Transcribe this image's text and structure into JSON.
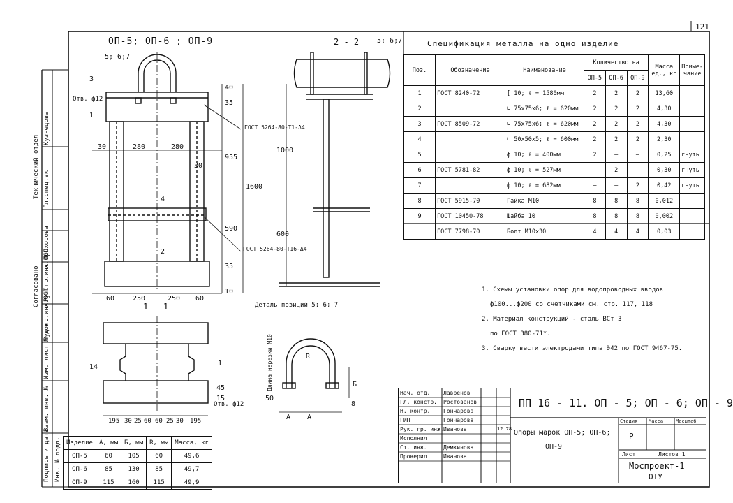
{
  "sheet": {
    "page_number": "121",
    "drawing_title": "ОП-5; ОП-6 ; ОП-9",
    "section_label": "2 - 2",
    "section_ref": "5; 6;7",
    "cut_label": "1 - 1",
    "detail_title": "Деталь позиций 5; 6; 7"
  },
  "side_stamps": [
    "Технический отдел",
    "Гл.спец.вк",
    "Кузнецова",
    "Согласовано",
    "Рук.гр.инж.ОСТ",
    "Прохорова",
    "Рук.гр.инж.ОСП",
    "Изм. лист № док.",
    "Взам. инв. №",
    "Подпись и дата",
    "Инв. № подл."
  ],
  "drawing_labels": {
    "pos_refs": [
      "5; 6;7",
      "3",
      "1",
      "4",
      "2",
      "14",
      "1"
    ],
    "hole_label_top": "Отв. ф12",
    "hole_label_bottom": "Отв. ф12",
    "gost_weld_1": "ГОСТ 5264-80-Т1-Δ4",
    "gost_weld_2": "ГОСТ 5264-80-Т16-Δ4",
    "dims_top": [
      "30",
      "280",
      "280",
      "30"
    ],
    "dims_bottom": [
      "60",
      "250",
      "250",
      "60"
    ],
    "dims_vertical": [
      "40",
      "35",
      "955",
      "1600",
      "590",
      "35",
      "10"
    ],
    "dims_section": [
      "1000",
      "600"
    ],
    "dims_plan": [
      "195",
      "30",
      "25",
      "60",
      "60",
      "25",
      "30",
      "195"
    ],
    "dims_plan_vertical": [
      "45",
      "15"
    ],
    "detail_labels": [
      "R",
      "А",
      "Б",
      "8",
      "50",
      "А",
      "Длина нарезки М10"
    ]
  },
  "spec_table": {
    "title": "Спецификация металла на одно изделие",
    "headers": {
      "pos": "Поз.",
      "designation": "Обозначение",
      "name": "Наименование",
      "qty": "Количество на",
      "qty_cols": [
        "ОП-5",
        "ОП-6",
        "ОП-9"
      ],
      "mass": "Масса ед., кг",
      "note": "Приме-чание"
    },
    "rows": [
      {
        "pos": "1",
        "doc": "ГОСТ 8240-72",
        "name": "[ 10; ℓ = 1580мм",
        "q1": "2",
        "q2": "2",
        "q3": "2",
        "mass": "13,60",
        "note": ""
      },
      {
        "pos": "2",
        "doc": "",
        "name": "∟ 75х75х6; ℓ = 620мм",
        "q1": "2",
        "q2": "2",
        "q3": "2",
        "mass": "4,30",
        "note": ""
      },
      {
        "pos": "3",
        "doc": "ГОСТ 8509-72",
        "name": "∟ 75х75х6; ℓ = 620мм",
        "q1": "2",
        "q2": "2",
        "q3": "2",
        "mass": "4,30",
        "note": ""
      },
      {
        "pos": "4",
        "doc": "",
        "name": "∟ 50х50х5; ℓ = 600мм",
        "q1": "2",
        "q2": "2",
        "q3": "2",
        "mass": "2,30",
        "note": ""
      },
      {
        "pos": "5",
        "doc": "",
        "name": "ф 10; ℓ = 400мм",
        "q1": "2",
        "q2": "—",
        "q3": "—",
        "mass": "0,25",
        "note": "гнуть"
      },
      {
        "pos": "6",
        "doc": "ГОСТ 5781-82",
        "name": "ф 10; ℓ = 527мм",
        "q1": "—",
        "q2": "2",
        "q3": "—",
        "mass": "0,30",
        "note": "гнуть"
      },
      {
        "pos": "7",
        "doc": "",
        "name": "ф 10; ℓ = 682мм",
        "q1": "—",
        "q2": "—",
        "q3": "2",
        "mass": "0,42",
        "note": "гнуть"
      },
      {
        "pos": "8",
        "doc": "ГОСТ 5915-70",
        "name": "Гайка М10",
        "q1": "8",
        "q2": "8",
        "q3": "8",
        "mass": "0,012",
        "note": ""
      },
      {
        "pos": "9",
        "doc": "ГОСТ 10450-78",
        "name": "Шайба 10",
        "q1": "8",
        "q2": "8",
        "q3": "8",
        "mass": "0,002",
        "note": ""
      },
      {
        "pos": "",
        "doc": "ГОСТ 7798-70",
        "name": "Болт М10х30",
        "q1": "4",
        "q2": "4",
        "q3": "4",
        "mass": "0,03",
        "note": ""
      }
    ]
  },
  "notes": [
    "1. Схемы установки опор для водопроводных вводов",
    "ф100...ф200 со счетчиками см. стр. 117, 118",
    "2. Материал конструкций - сталь ВСт 3",
    "по ГОСТ 380-71*.",
    "3. Сварку вести электродами типа Э42 по ГОСТ 9467-75."
  ],
  "variant_table": {
    "headers": [
      "Изделие",
      "А, мм",
      "Б, мм",
      "R, мм",
      "Масса, кг"
    ],
    "rows": [
      [
        "ОП-5",
        "60",
        "105",
        "60",
        "49,6"
      ],
      [
        "ОП-6",
        "85",
        "130",
        "85",
        "49,7"
      ],
      [
        "ОП-9",
        "115",
        "160",
        "115",
        "49,9"
      ]
    ]
  },
  "title_block": {
    "roles": [
      {
        "role": "Нач. отд.",
        "name": "Лавренов"
      },
      {
        "role": "Гл. констр.",
        "name": "Ростованов"
      },
      {
        "role": "Н. контр.",
        "name": "Гончарова"
      },
      {
        "role": "ГИП",
        "name": "Гончарова"
      },
      {
        "role": "Рук. гр. инж.",
        "name": "Иванова"
      },
      {
        "role": "Исполнил",
        "name": ""
      },
      {
        "role": "Ст. инж.",
        "name": "Демкинова"
      },
      {
        "role": "Проверил",
        "name": "Иванова"
      }
    ],
    "date": "12.78",
    "code": "ПП 16 - 11. ОП - 5; ОП - 6; ОП - 9",
    "product_title_1": "Опоры марок ОП-5; ОП-6;",
    "product_title_2": "ОП-9",
    "stage_label": "Стадия",
    "mass_label": "Масса",
    "scale_label": "Масштаб",
    "stage_value": "Р",
    "sheet_label": "Лист",
    "sheets_label": "Листов 1",
    "org_1": "Моспроект-1",
    "org_2": "ОТУ"
  }
}
